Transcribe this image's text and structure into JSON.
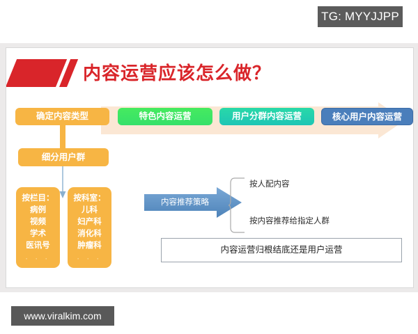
{
  "watermarks": {
    "top_badge": "TG: MYYJJPP",
    "bottom_badge": "www.viralkim.com"
  },
  "slide": {
    "title": "内容运营应该怎么做？",
    "title_color": "#d9252a",
    "accent_color": "#d9252a",
    "background_arrow": {
      "name": "process-arrow",
      "color": "#fbe7d4"
    },
    "stages": [
      {
        "label": "确定内容类型",
        "color": "#f7b544"
      },
      {
        "label": "特色内容运营",
        "color": "#3fe863"
      },
      {
        "label": "用户分群内容运营",
        "color": "#25d3ac"
      },
      {
        "label": "核心用户内容运营",
        "color": "#4a7ebb"
      }
    ],
    "segment_box": {
      "label": "细分用户群",
      "color": "#f7b544"
    },
    "detail_boxes": [
      {
        "title": "按栏目：",
        "items": [
          "病例",
          "视频",
          "学术",
          "医讯号"
        ],
        "dots": "· · ·",
        "color": "#f7b544"
      },
      {
        "title": "按科室：",
        "items": [
          "儿科",
          "妇产科",
          "消化科",
          "肿瘤科"
        ],
        "dots": "· · ·",
        "color": "#f7b544"
      }
    ],
    "strategy": {
      "label": "内容推荐策略",
      "color": "#5b8fc9",
      "branches": [
        "按人配内容",
        "按内容推荐给指定人群"
      ]
    },
    "conclusion": "内容运营归根结底还是用户运营"
  }
}
